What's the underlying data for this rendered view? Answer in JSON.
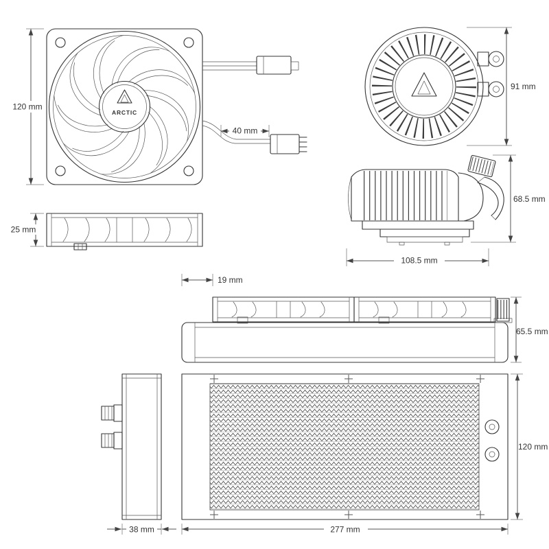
{
  "page": {
    "background": "#ffffff",
    "ink": "#333333"
  },
  "brand": {
    "name": "ARCTIC"
  },
  "icons": {
    "arctic_logo": "triangle-mountain"
  },
  "dimensions": {
    "fan_size": "120 mm",
    "fan_cable": "40 mm",
    "pump_diameter": "91 mm",
    "fan_depth": "25 mm",
    "pump_height": "68.5 mm",
    "pump_length": "108.5 mm",
    "fan_offset": "19 mm",
    "assembly_height": "65.5 mm",
    "radiator_depth": "38 mm",
    "radiator_width": "120 mm",
    "radiator_length": "277 mm"
  }
}
